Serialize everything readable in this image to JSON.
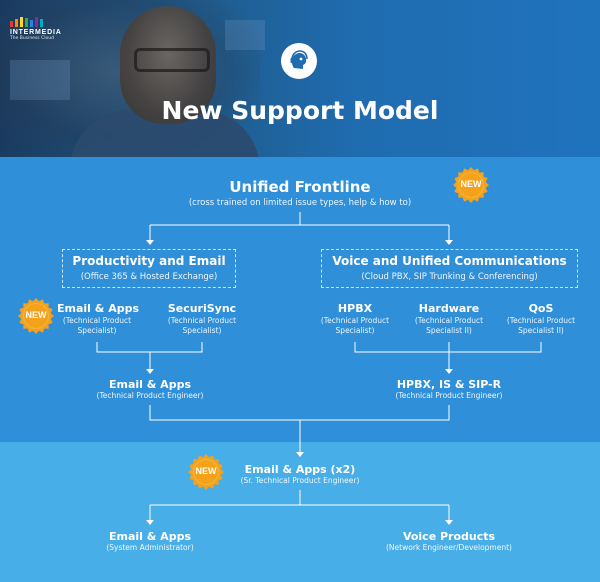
{
  "brand": {
    "name": "INTERMEDIA",
    "tagline": "The Business Cloud",
    "bar_colors": [
      "#e53935",
      "#fb8c00",
      "#fdd835",
      "#43a047",
      "#1e88e5",
      "#8e24aa",
      "#00acc1"
    ]
  },
  "title": "New Support Model",
  "badge_label": "NEW",
  "frontline": {
    "title": "Unified Frontline",
    "subtitle": "(cross trained on limited issue types, help & how to)"
  },
  "productivity": {
    "title": "Productivity and Email",
    "subtitle": "(Office 365 & Hosted Exchange)",
    "roles": [
      {
        "name": "Email & Apps",
        "desc1": "(Technical Product",
        "desc2": "Specialist)"
      },
      {
        "name": "SecuriSync",
        "desc1": "(Technical Product",
        "desc2": "Specialist)"
      }
    ],
    "escalation": {
      "name": "Email & Apps",
      "desc": "(Technical Product Engineer)"
    }
  },
  "voice": {
    "title": "Voice and Unified Communications",
    "subtitle": "(Cloud PBX, SIP Trunking & Conferencing)",
    "roles": [
      {
        "name": "HPBX",
        "desc1": "(Technical Product",
        "desc2": "Specialist)"
      },
      {
        "name": "Hardware",
        "desc1": "(Technical Product",
        "desc2": "Specialist II)"
      },
      {
        "name": "QoS",
        "desc1": "(Technical Product",
        "desc2": "Specialist II)"
      }
    ],
    "escalation": {
      "name": "HPBX, IS & SIP-R",
      "desc": "(Technical Product Engineer)"
    }
  },
  "senior": {
    "name": "Email & Apps (x2)",
    "desc": "(Sr. Technical Product Engineer)"
  },
  "final": [
    {
      "name": "Email & Apps",
      "desc": "(System Administrator)"
    },
    {
      "name": "Voice Products",
      "desc": "(Network Engineer/Development)"
    }
  ],
  "colors": {
    "badge": "#f4a11c",
    "badge_edge": "#f7b63e",
    "band_top": "#2f8fd9",
    "band_bottom": "#48aee8"
  }
}
